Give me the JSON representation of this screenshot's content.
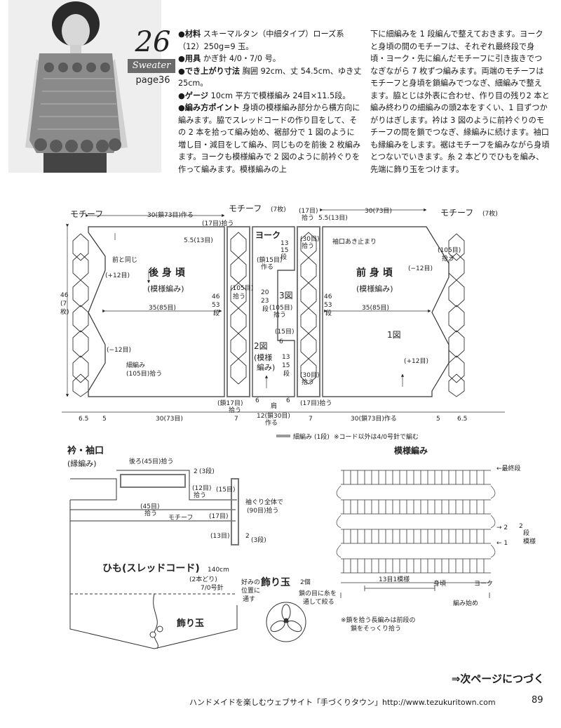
{
  "header": {
    "pattern_number": "26",
    "category": "Sweater",
    "page_ref": "page36"
  },
  "materials": {
    "label": "●材料",
    "text": "スキーマルタン（中細タイプ）ローズ系（12）250g=9 玉。"
  },
  "tools": {
    "label": "●用具",
    "text": "かぎ針 4/0・7/0 号。"
  },
  "finished_size": {
    "label": "●でき上がり寸法",
    "text": "胸囲 92cm、丈 54.5cm、ゆき丈 25cm。"
  },
  "gauge": {
    "label": "●ゲージ",
    "text": "10cm 平方で模様編み 24目×11.5段。"
  },
  "method": {
    "label": "●編み方ポイント",
    "left_text": "身頃の模様編み部分から横方向に編みます。脇でスレッドコードの作り目をして、その 2 本を拾って編み始め、裾部分で 1 図のように増し目・減目をして編み、同じものを前後 2 枚編みます。ヨークも模様編みで 2 図のように前衿ぐりを作って編みます。模様編みの上",
    "right_text": "下に細編みを 1 段編んで整えておきます。ヨークと身頃の間のモチーフは、それぞれ最終段で身頃・ヨーク・先に編んだモチーフに引き抜きでつなぎながら 7 枚ずつ編みます。両端のモチーフはモチーフと身頃を鎖編みでつなぎ、細編みで整えます。脇とじは外表に合わせ、作り目の残り2 本と編み終わりの細編みの頭2本をすくい、1 目ずつかがりはぎします。衿は 3 図のように前衿ぐりのモチーフの間を鎖でつなぎ、縁編みに続けます。袖口も縁編みをします。裾はモチーフを編みながら身頃とつないでいきます。糸 2 本どりでひもを編み、先端に飾り玉をつけます。"
  },
  "diagram": {
    "motif_left": "モチーフ",
    "motif_center": "モチーフ",
    "motif_center_count": "(7枚)",
    "motif_right": "モチーフ",
    "motif_right_count": "(7枚)",
    "top_back_width": "30(鎖73目)作る",
    "top_17_left": "(17目)拾う",
    "top_17_right": "(17目)",
    "top_17_right_b": "拾う",
    "top_55_right": "5.5(13目)",
    "top_30_right": "30(73目)",
    "left_55": "5.5(13目)",
    "yoke": "ヨーク",
    "yoke_left_num": "13",
    "yoke_left_num_b": "15",
    "yoke_left_num_c": "段",
    "chain15": "(鎖15目)",
    "chain15_b": "作る",
    "yoke_30_top": "(30目)",
    "yoke_30_top_b": "拾う",
    "sleeve_stop": "袖口あき止まり",
    "back_body": "後 身 頃",
    "back_pattern": "(模様編み)",
    "same_as_front": "前と同じ",
    "plus12_left": "(+12目)",
    "width35_left": "35(85目)",
    "minus12_left": "(−12目)",
    "sc_label": "細編み",
    "sc_105": "(105目)拾う",
    "h46_left": "46",
    "h46_left_b": "(7",
    "h46_left_c": "枚)",
    "center_46": "46",
    "center_53": "53",
    "center_dan": "段",
    "center_105": "(105目)",
    "center_105_b": "拾う",
    "num20": "20",
    "num23": "23",
    "num_dan": "段",
    "fig3": "3図",
    "fig3_105": "(105目)",
    "fig3_105_b": "拾う",
    "center_46_r": "46",
    "center_53_r": "53",
    "center_dan_r": "段",
    "num15": "(15目)",
    "num6a": "6",
    "fig2": "2図",
    "fig2_pattern": "(模様",
    "fig2_pattern_b": "編み)",
    "yoke_13b": "13",
    "yoke_15b": "15",
    "yoke_danb": "段",
    "yoke_30_bottom": "(30目)",
    "yoke_30_bottom_b": "拾う",
    "front_body": "前 身 頃",
    "front_pattern": "(模様編み)",
    "minus12_right": "(−12目)",
    "width35_right": "35(85目)",
    "fig1": "1図",
    "plus12_right": "(+12目)",
    "right_105": "(105目)",
    "right_105_b": "拾う",
    "bottom_chain17_left": "(鎖17目)",
    "bottom_chain17_left_b": "拾う",
    "bottom_6_left": "6",
    "bottom_6_right": "6",
    "bottom_shoulder": "肩",
    "bottom_17_right": "(17目)拾う",
    "dim_65_left": "6.5",
    "dim_5_left": "5",
    "dim_30_left": "30(73目)",
    "dim_7_left": "7",
    "dim_12_center": "12(鎖30目)",
    "dim_12_center_b": "作る",
    "dim_7_right": "7",
    "dim_30_right": "30(鎖73目)作る",
    "dim_5_right": "5",
    "dim_65_right": "6.5",
    "legend_sc": "細編み",
    "legend_sc_rows": "(1段)",
    "legend_note": "※コード以外は4/0号針で編む"
  },
  "collar": {
    "title": "衿・袖口",
    "subtitle": "(縁編み)",
    "back_45": "後ろ(45目)拾う",
    "rows3_top": "2",
    "rows3_top_b": "(3段)",
    "pick12": "(12目)",
    "pick12_b": "拾う",
    "pick15": "(15目)",
    "pick45": "(45目)",
    "pick45_b": "拾う",
    "motif": "モチーフ",
    "pick17": "(17目)",
    "armhole": "袖ぐり全体で",
    "armhole_b": "(90目)拾う",
    "pick13": "(13目)",
    "rows3_bot": "2",
    "rows3_bot_b": "(3段)",
    "cord": "ひも(スレッドコード)",
    "cord_len": "140cm",
    "cord_strands": "(2本どり)",
    "cord_hook": "7/0号針",
    "cord_position": "好みの",
    "cord_position_b": "位置に",
    "cord_position_c": "通す",
    "ball": "飾り玉"
  },
  "ornament": {
    "title": "飾り玉",
    "count": "2個",
    "note": "鎖の目に糸を",
    "note_b": "通して絞る"
  },
  "stitch_chart": {
    "title": "模様編み",
    "last_row": "←最終段",
    "rows_2": "2",
    "rows_2_b": "段",
    "rows_2_c": "模様",
    "arrow2": "→ 2",
    "arrow1": "← 1",
    "repeat": "13目1模様",
    "body": "身頃",
    "yoke": "ヨーク",
    "start": "編み始め",
    "note": "※鎖を拾う長編みは前段の",
    "note_b": "鎖をそっくり拾う"
  },
  "footer": {
    "continue": "⇒次ページにつづく",
    "site": "ハンドメイドを楽しむウェブサイト「手づくりタウン」http://www.tezukuritown.com",
    "page_number": "89"
  }
}
